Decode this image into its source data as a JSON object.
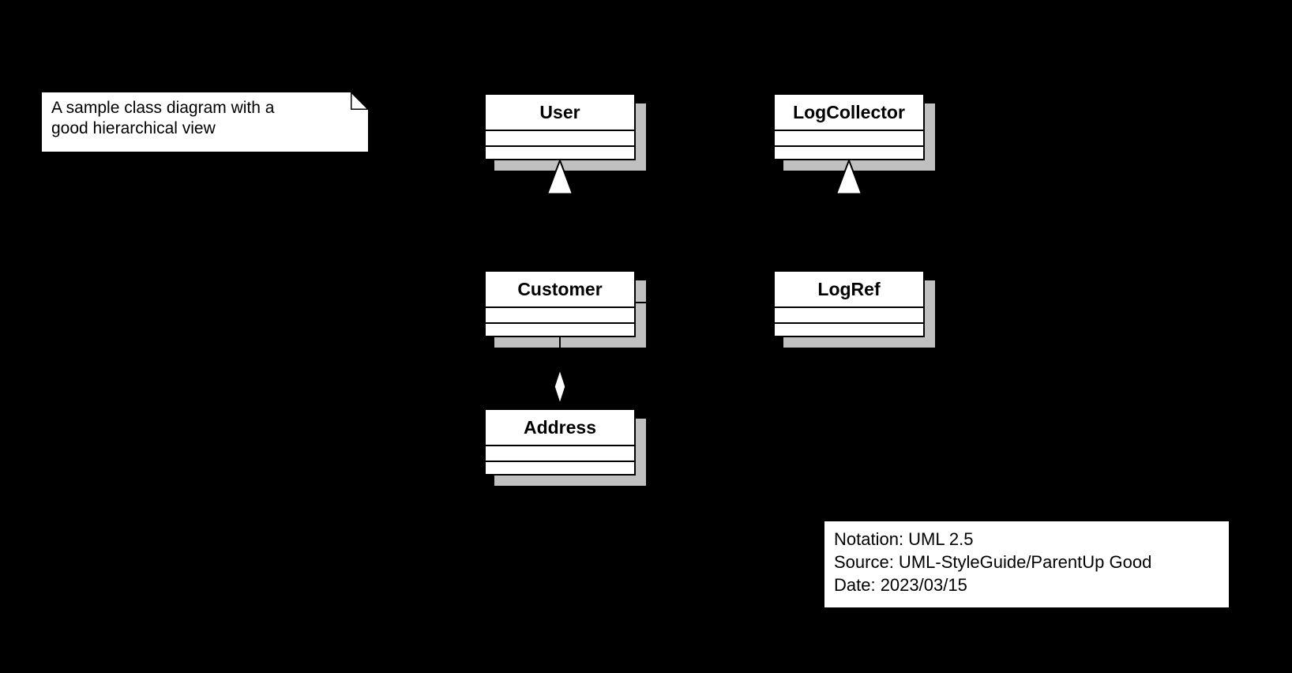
{
  "diagram": {
    "type": "uml-class-diagram",
    "note": {
      "lines": [
        "A sample class diagram with a",
        "good hierarchical view"
      ]
    },
    "classes": [
      {
        "name": "User"
      },
      {
        "name": "LogCollector"
      },
      {
        "name": "Customer"
      },
      {
        "name": "LogRef"
      },
      {
        "name": "Address"
      }
    ],
    "relationships": [
      {
        "type": "generalization",
        "from": "Customer",
        "to": "User",
        "marker": "hollow-triangle"
      },
      {
        "type": "generalization",
        "from": "LogRef",
        "to": "LogCollector",
        "marker": "hollow-triangle"
      },
      {
        "type": "aggregation",
        "from": "Customer",
        "to": "Address",
        "marker": "hollow-diamond"
      },
      {
        "type": "association",
        "from": "Customer",
        "to": "LogRef"
      }
    ],
    "legend": {
      "lines": [
        "Notation: UML 2.5",
        "Source: UML-StyleGuide/ParentUp Good",
        "Date: 2023/03/15"
      ]
    },
    "colors": {
      "background": "#000000",
      "node_fill": "#FFFFFF",
      "node_border": "#000000",
      "shadow": "#C0C0C0",
      "text": "#000000"
    }
  }
}
